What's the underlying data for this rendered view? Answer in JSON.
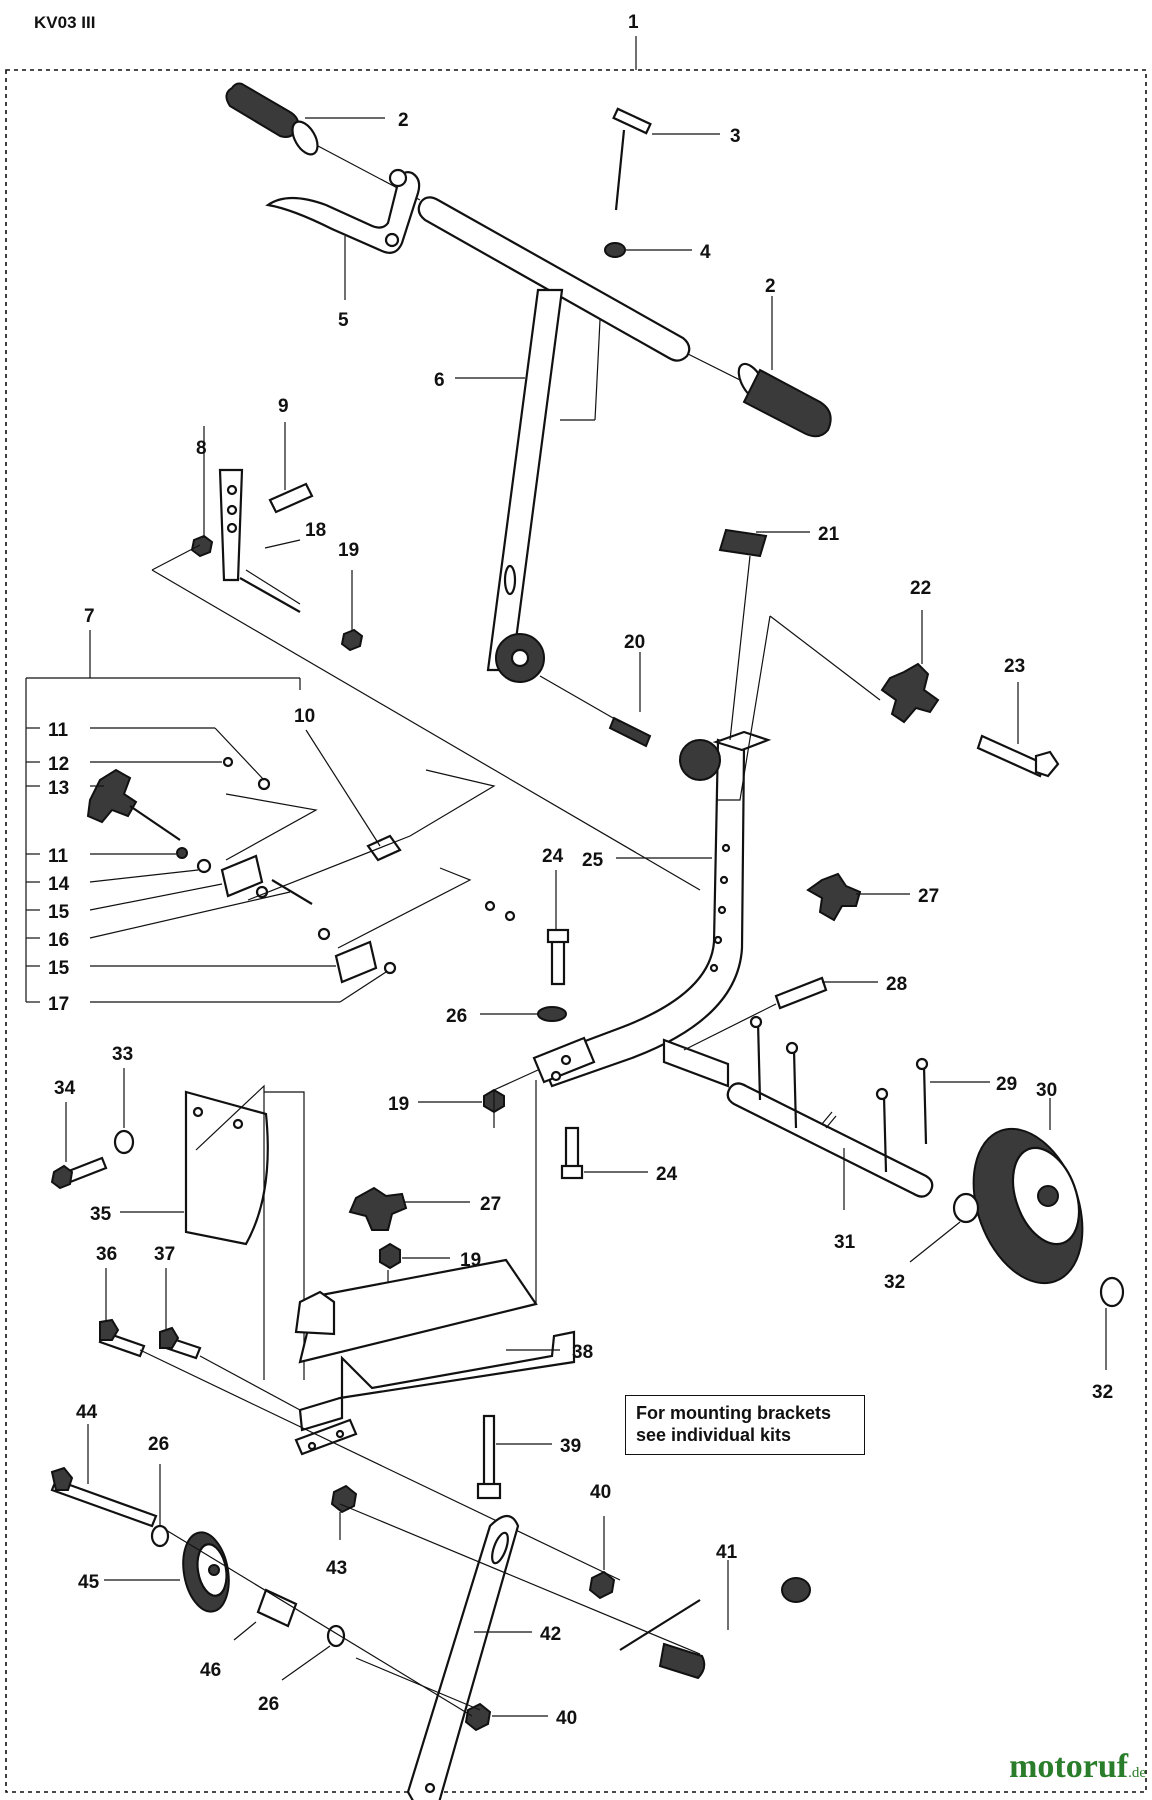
{
  "header": {
    "model": "KV03 III"
  },
  "note": {
    "line1": "For mounting brackets",
    "line2": "see individual kits"
  },
  "watermark": {
    "text": "motoruf",
    "suffix": ".de"
  },
  "labels": {
    "p1": "1",
    "p2a": "2",
    "p2b": "2",
    "p3": "3",
    "p4": "4",
    "p5": "5",
    "p6": "6",
    "p7": "7",
    "p8": "8",
    "p9": "9",
    "p10": "10",
    "p11a": "11",
    "p11b": "11",
    "p12": "12",
    "p13": "13",
    "p14": "14",
    "p15a": "15",
    "p15b": "15",
    "p16": "16",
    "p17": "17",
    "p18": "18",
    "p19a": "19",
    "p19b": "19",
    "p19c": "19",
    "p20": "20",
    "p21": "21",
    "p22": "22",
    "p23": "23",
    "p24a": "24",
    "p24b": "24",
    "p25": "25",
    "p26a": "26",
    "p26b": "26",
    "p26c": "26",
    "p27a": "27",
    "p27b": "27",
    "p28": "28",
    "p29": "29",
    "p30": "30",
    "p31": "31",
    "p32a": "32",
    "p32b": "32",
    "p33": "33",
    "p34": "34",
    "p35": "35",
    "p36": "36",
    "p37": "37",
    "p38": "38",
    "p39": "39",
    "p40a": "40",
    "p40b": "40",
    "p41": "41",
    "p42": "42",
    "p43": "43",
    "p44": "44",
    "p45": "45",
    "p46": "46"
  }
}
